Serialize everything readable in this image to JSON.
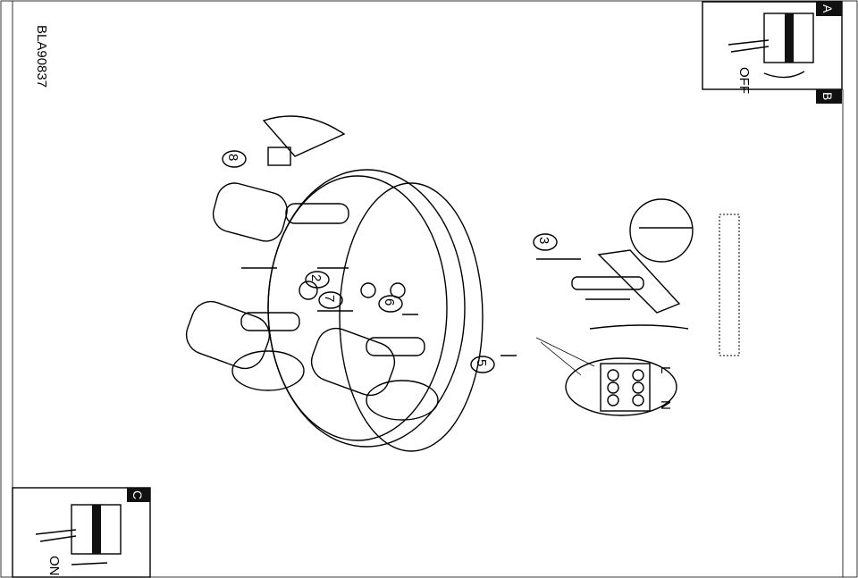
{
  "document": {
    "code": "BLA90837"
  },
  "panels": {
    "a": {
      "letter": "A",
      "caption": "OFF"
    },
    "b": {
      "letter": "B"
    },
    "c": {
      "letter": "C",
      "caption": "ON"
    }
  },
  "callouts": [
    "8",
    "2",
    "7",
    "6",
    "3",
    "5"
  ],
  "terminal": {
    "live": "L",
    "neutral": "N"
  }
}
